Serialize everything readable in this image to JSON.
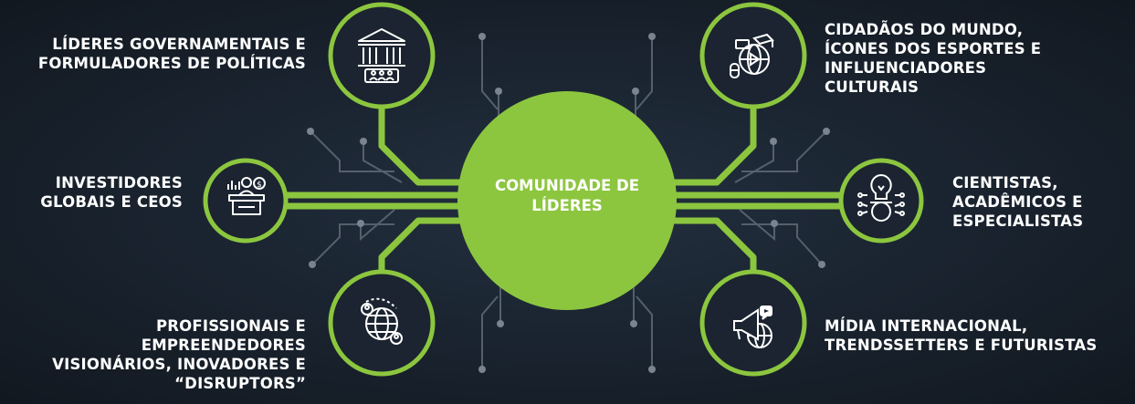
{
  "center": {
    "line1": "COMUNIDADE DE",
    "line2": "LÍDERES"
  },
  "colors": {
    "accent": "#8cc63f",
    "background": "#1b2430",
    "circuit": "#55606c"
  },
  "nodes": [
    {
      "id": "government",
      "icon": "government-building-icon",
      "lines": [
        "LÍDERES GOVERNAMENTAIS E",
        "FORMULADORES DE POLÍTICAS"
      ]
    },
    {
      "id": "investors",
      "icon": "investor-desk-icon",
      "lines": [
        "INVESTIDORES",
        "GLOBAIS E CEOs"
      ]
    },
    {
      "id": "professionals",
      "icon": "global-network-icon",
      "lines": [
        "PROFISSIONAIS E",
        "EMPREENDEDORES",
        "VISIONÁRIOS, INOVADORES E",
        "“DISRUPTORS”"
      ]
    },
    {
      "id": "citizens",
      "icon": "world-culture-icon",
      "lines": [
        "CIDADÃOS DO MUNDO,",
        "ÍCONES DOS ESPORTES E",
        "INFLUENCIADORES",
        "CULTURAIS"
      ]
    },
    {
      "id": "scientists",
      "icon": "lightbulb-gear-icon",
      "lines": [
        "CIENTISTAS,",
        "ACADÊMICOS E",
        "ESPECIALISTAS"
      ]
    },
    {
      "id": "media",
      "icon": "megaphone-globe-icon",
      "lines": [
        "MÍDIA INTERNACIONAL,",
        "TRENDSSETTERS E FUTURISTAS"
      ]
    }
  ]
}
